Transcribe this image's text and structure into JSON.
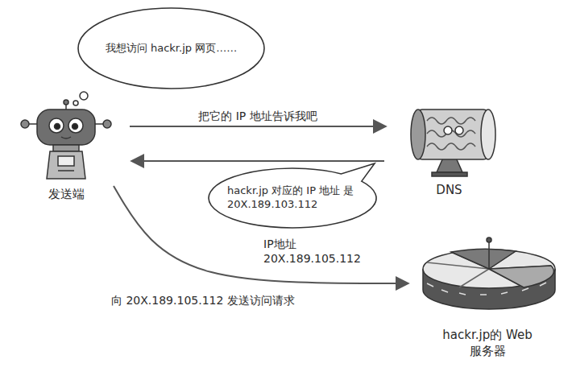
{
  "diagram": {
    "nodes": [
      {
        "text": [
          "我想访问 hackr.jp 网页……"
        ]
      },
      {
        "text": [
          "发送端"
        ]
      },
      {
        "text": [
          "DNS"
        ]
      },
      {
        "text": [
          "hackr.jp 对应的 IP 地址 是 20X.189.103.112"
        ]
      },
      {
        "text": [
          "hackr.jp的 Web服务器"
        ]
      }
    ],
    "edges": [
      {
        "from": 1,
        "to": 2,
        "label": "把它的 IP 地址告诉我吧",
        "arrow": "to"
      },
      {
        "from": 2,
        "to": 1,
        "arrow": "to"
      },
      {
        "from": 1,
        "to": 4,
        "label": "向 20X.189.105.112 发送访问请求",
        "arrow": "to"
      }
    ],
    "labels": [
      "IP地址 20X.189.105.112"
    ]
  }
}
